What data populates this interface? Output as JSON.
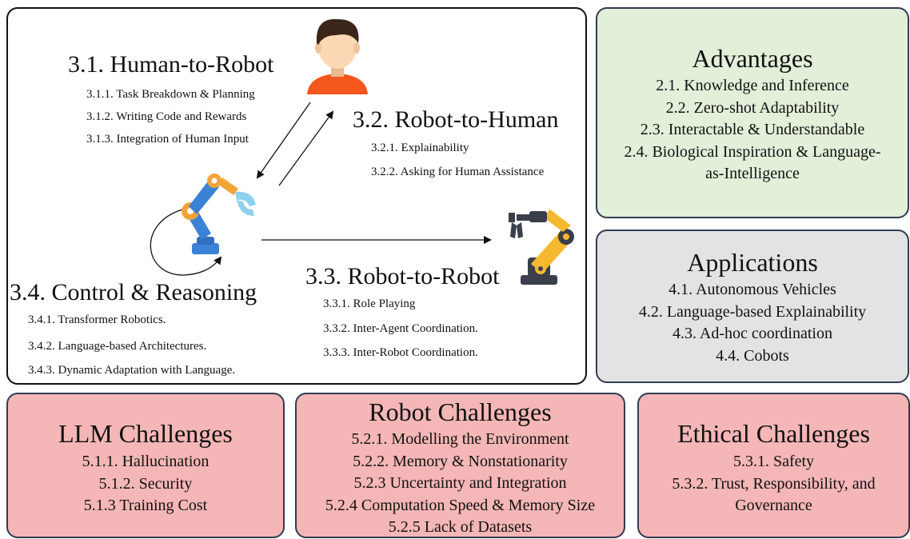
{
  "colors": {
    "green_panel": "#e2efd9",
    "gray_panel": "#e3e3e3",
    "red_panel": "#f4b6b6",
    "border": "#2f3d52",
    "robot_blue": "#3b82d6",
    "robot_orange": "#f2a33a",
    "robot_yellow": "#f5b82e",
    "robot_dark": "#3a3f4b",
    "human_shirt": "#f4561c",
    "human_skin": "#fbd7b4",
    "human_hair": "#3b2418"
  },
  "icons": {
    "human": "human-avatar-icon",
    "robot_arm_blue": "robot-arm-icon",
    "robot_arm_yellow": "robot-arm-icon"
  },
  "sections": {
    "human_to_robot": {
      "title": "3.1. Human-to-Robot",
      "items": [
        "3.1.1. Task Breakdown & Planning",
        "3.1.2. Writing Code and Rewards",
        "3.1.3. Integration of Human Input"
      ]
    },
    "robot_to_human": {
      "title": "3.2. Robot-to-Human",
      "items": [
        "3.2.1. Explainability",
        "3.2.2. Asking for Human Assistance"
      ]
    },
    "robot_to_robot": {
      "title": "3.3. Robot-to-Robot",
      "items": [
        "3.3.1. Role Playing",
        "3.3.2. Inter-Agent Coordination.",
        "3.3.3. Inter-Robot Coordination."
      ]
    },
    "control_reasoning": {
      "title": "3.4. Control & Reasoning",
      "items": [
        "3.4.1. Transformer Robotics.",
        "3.4.2. Language-based Architectures.",
        "3.4.3. Dynamic Adaptation with Language."
      ]
    }
  },
  "advantages": {
    "title": "Advantages",
    "items": [
      "2.1. Knowledge and Inference",
      "2.2. Zero-shot Adaptability",
      "2.3. Interactable & Understandable",
      "2.4. Biological Inspiration & Language-",
      "as-Intelligence"
    ]
  },
  "applications": {
    "title": "Applications",
    "items": [
      "4.1. Autonomous Vehicles",
      "4.2. Language-based Explainability",
      "4.3. Ad-hoc coordination",
      "4.4. Cobots"
    ]
  },
  "llm_challenges": {
    "title": "LLM Challenges",
    "items": [
      "5.1.1. Hallucination",
      "5.1.2. Security",
      "5.1.3 Training Cost"
    ]
  },
  "robot_challenges": {
    "title": "Robot Challenges",
    "items": [
      "5.2.1. Modelling the Environment",
      "5.2.2. Memory & Nonstationarity",
      "5.2.3 Uncertainty and Integration",
      "5.2.4 Computation Speed & Memory Size",
      "5.2.5 Lack of Datasets"
    ]
  },
  "ethical_challenges": {
    "title": "Ethical Challenges",
    "items": [
      "5.3.1. Safety",
      "5.3.2. Trust, Responsibility, and",
      "Governance"
    ]
  }
}
